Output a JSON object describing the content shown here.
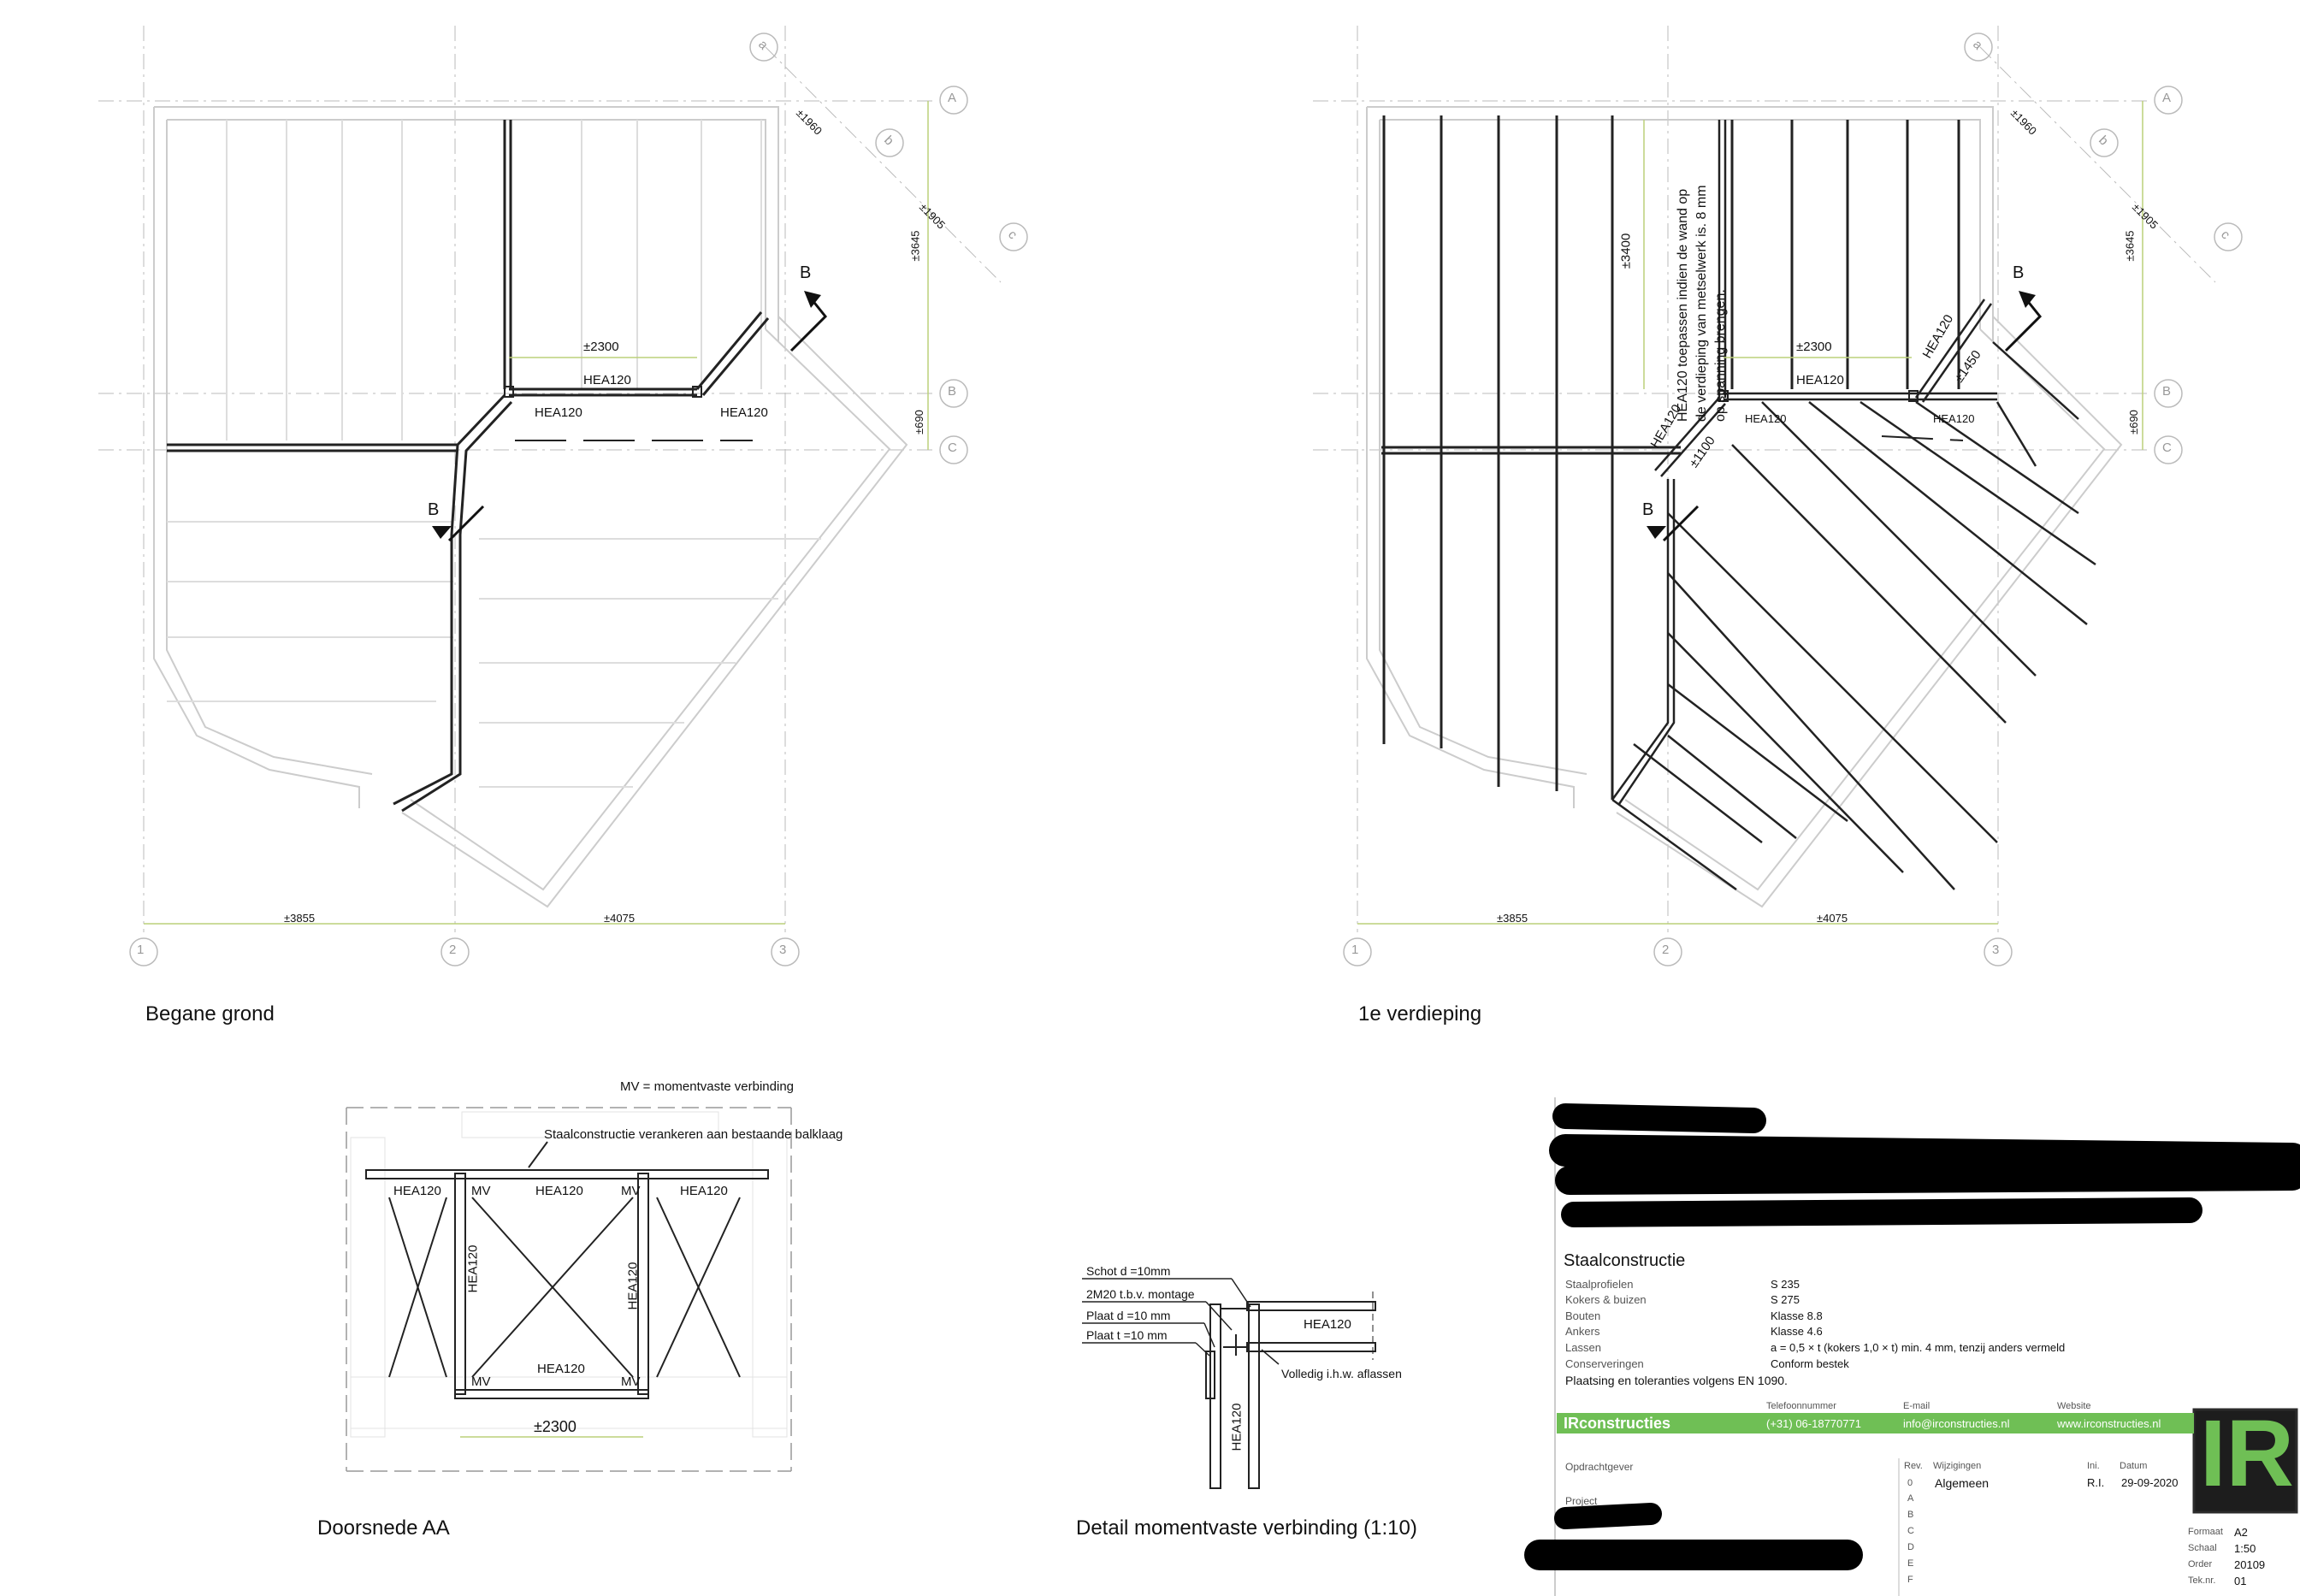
{
  "views": {
    "ground": {
      "title": "Begane grond",
      "grid_numbers": [
        "1",
        "2",
        "3"
      ],
      "grid_letters": [
        "A",
        "B",
        "C"
      ],
      "grid_diag": [
        "a",
        "b",
        "c"
      ],
      "dims": {
        "d1960": "±1960",
        "d1905": "±1905",
        "d3645": "±3645",
        "d690": "±690",
        "d2300": "±2300",
        "d3855": "±3855",
        "d4075": "±4075"
      },
      "beams": {
        "top": "HEA120",
        "left": "HEA120",
        "right": "HEA120"
      },
      "section_marks": [
        "B",
        "B"
      ]
    },
    "first": {
      "title": "1e verdieping",
      "grid_numbers": [
        "1",
        "2",
        "3"
      ],
      "grid_letters": [
        "A",
        "B",
        "C"
      ],
      "grid_diag": [
        "a",
        "b",
        "c"
      ],
      "dims": {
        "d1960": "±1960",
        "d1905": "±1905",
        "d3645": "±3645",
        "d690": "±690",
        "d2300": "±2300",
        "d3855": "±3855",
        "d4075": "±4075",
        "d3400": "±3400",
        "d1100": "±1100",
        "d1450": "±1450"
      },
      "beams": {
        "top": "HEA120",
        "left": "HEA120",
        "right": "HEA120",
        "diag_left": "HEA120",
        "diag_right": "HEA120"
      },
      "note": [
        "HEA120 toepassen indien de wand op",
        "de verdieping van metselwerk is. 8 mm",
        "op spanning brengen."
      ],
      "section_marks": [
        "B",
        "B"
      ]
    },
    "section": {
      "title": "Doorsnede AA",
      "legend": "MV = momentvaste verbinding",
      "anchor_note": "Staalconstructie verankeren aan bestaande balklaag",
      "beams": [
        "HEA120",
        "HEA120",
        "HEA120",
        "HEA120"
      ],
      "columns": [
        "HEA120",
        "HEA120"
      ],
      "mv": [
        "MV",
        "MV",
        "MV",
        "MV"
      ],
      "dim": "±2300"
    },
    "detail": {
      "title": "Detail momentvaste verbinding (1:10)",
      "labels": [
        "Schot d =10mm",
        "2M20 t.b.v. montage",
        "Plaat d =10 mm",
        "Plaat t =10 mm"
      ],
      "beam": "HEA120",
      "column": "HEA120",
      "weld": "Volledig i.h.w. aflassen"
    }
  },
  "titleblock": {
    "heading": "Staalconstructie",
    "specs": [
      {
        "k": "Staalprofielen",
        "v": "S 235"
      },
      {
        "k": "Kokers & buizen",
        "v": "S 275"
      },
      {
        "k": "Bouten",
        "v": "Klasse  8.8"
      },
      {
        "k": "Ankers",
        "v": "Klasse  4.6"
      },
      {
        "k": "Lassen",
        "v": "a = 0,5 × t (kokers 1,0 × t) min. 4 mm, tenzij anders vermeld"
      },
      {
        "k": "Conserveringen",
        "v": "Conform bestek"
      }
    ],
    "tolerance": "Plaatsing en toleranties volgens EN 1090.",
    "company": "IRconstructies",
    "contact_heads": {
      "phone": "Telefoonnummer",
      "email": "E-mail",
      "web": "Website"
    },
    "contact": {
      "phone": "(+31) 06-18770771",
      "email": "info@irconstructies.nl",
      "web": "www.irconstructies.nl"
    },
    "client_label": "Opdrachtgever",
    "project_label": "Project",
    "rev_heads": {
      "rev": "Rev.",
      "changes": "Wijzigingen",
      "ini": "Ini.",
      "date": "Datum"
    },
    "revisions": [
      "0",
      "A",
      "B",
      "C",
      "D",
      "E",
      "F"
    ],
    "rev0": {
      "change": "Algemeen",
      "ini": "R.I.",
      "date": "29-09-2020"
    },
    "meta": [
      {
        "k": "Formaat",
        "v": "A2"
      },
      {
        "k": "Schaal",
        "v": "1:50"
      },
      {
        "k": "Order",
        "v": "20109"
      },
      {
        "k": "Tek.nr.",
        "v": "01"
      }
    ],
    "logo": "IR"
  }
}
